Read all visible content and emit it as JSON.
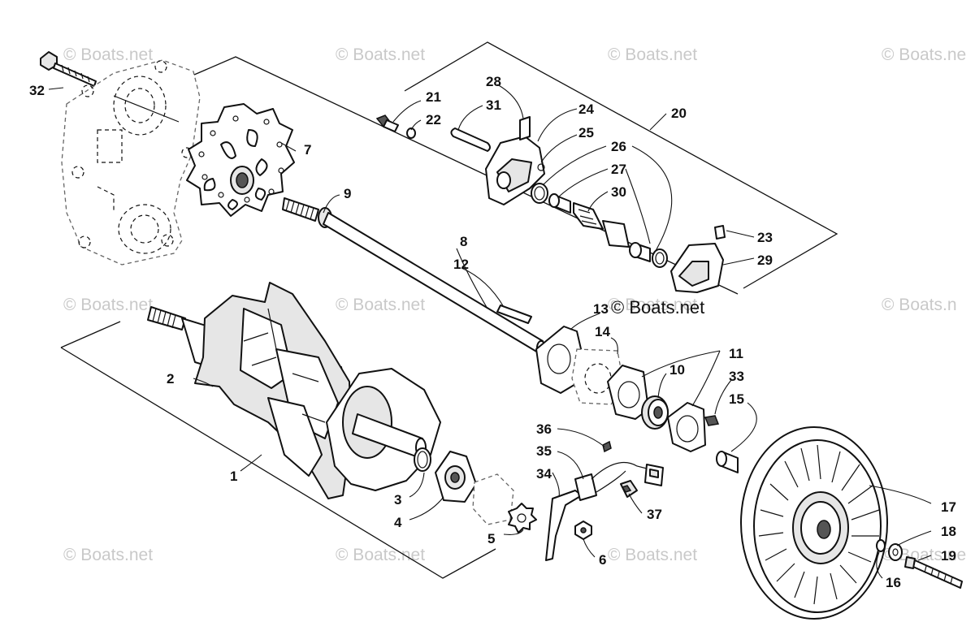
{
  "colors": {
    "line": "#111111",
    "watermark": "#c9c9c9",
    "background": "#ffffff"
  },
  "watermarks": [
    {
      "text": "© Boats.net"
    },
    {
      "text": "© Boats.net"
    },
    {
      "text": "© Boats.net"
    },
    {
      "text": "© Boats.ne"
    },
    {
      "text": "© Boats.net"
    },
    {
      "text": "© Boats.net"
    },
    {
      "text": "© Boats.net"
    },
    {
      "text": "© Boats.n"
    },
    {
      "text": "© Boats.net"
    },
    {
      "text": "© Boats.net"
    },
    {
      "text": "© Boats.net"
    },
    {
      "text": "© Boats.ne"
    }
  ],
  "center_watermark": "© Boats.net",
  "callouts": [
    {
      "label": "1"
    },
    {
      "label": "2"
    },
    {
      "label": "3"
    },
    {
      "label": "4"
    },
    {
      "label": "5"
    },
    {
      "label": "6"
    },
    {
      "label": "7"
    },
    {
      "label": "8"
    },
    {
      "label": "9"
    },
    {
      "label": "10"
    },
    {
      "label": "11"
    },
    {
      "label": "12"
    },
    {
      "label": "13"
    },
    {
      "label": "14"
    },
    {
      "label": "15"
    },
    {
      "label": "16"
    },
    {
      "label": "17"
    },
    {
      "label": "18"
    },
    {
      "label": "19"
    },
    {
      "label": "20"
    },
    {
      "label": "21"
    },
    {
      "label": "22"
    },
    {
      "label": "23"
    },
    {
      "label": "24"
    },
    {
      "label": "25"
    },
    {
      "label": "26"
    },
    {
      "label": "27"
    },
    {
      "label": "28"
    },
    {
      "label": "29"
    },
    {
      "label": "30"
    },
    {
      "label": "31"
    },
    {
      "label": "32"
    },
    {
      "label": "33"
    },
    {
      "label": "34"
    },
    {
      "label": "35"
    },
    {
      "label": "36"
    },
    {
      "label": "37"
    }
  ]
}
